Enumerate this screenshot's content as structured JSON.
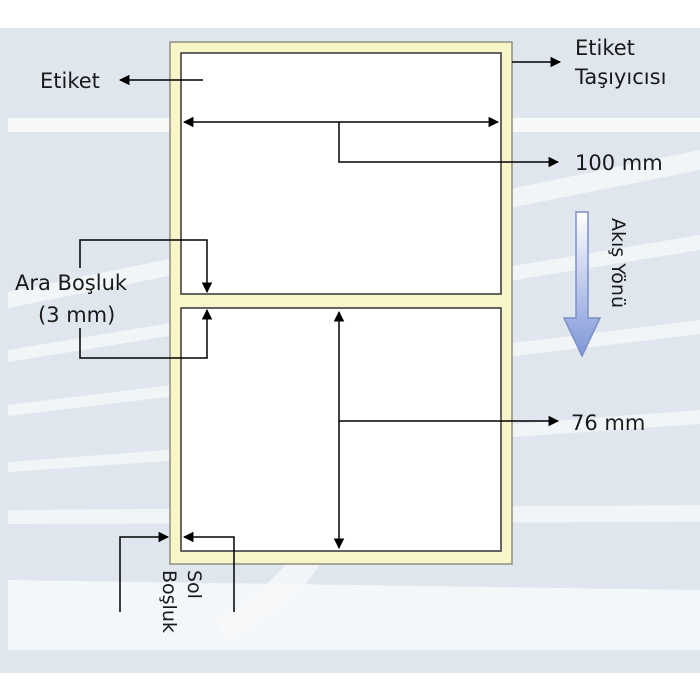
{
  "labels": {
    "label": "Etiket",
    "carrier_line1": "Etiket",
    "carrier_line2": "Taşıyıcısı",
    "width": "100 mm",
    "gap_line1": "Ara Boşluk",
    "gap_line2": "(3 mm)",
    "height": "76 mm",
    "flow": "Akış Yönü",
    "left_margin_line1": "Sol",
    "left_margin_line2": "Boşluk"
  },
  "colors": {
    "background_band": "#dfe6ee",
    "carrier": "#f8f6c9",
    "carrier_border": "#8f8f7e",
    "label_fill": "#ffffff",
    "arrow": "#000000",
    "flow_arrow": "#8ea2dc"
  }
}
